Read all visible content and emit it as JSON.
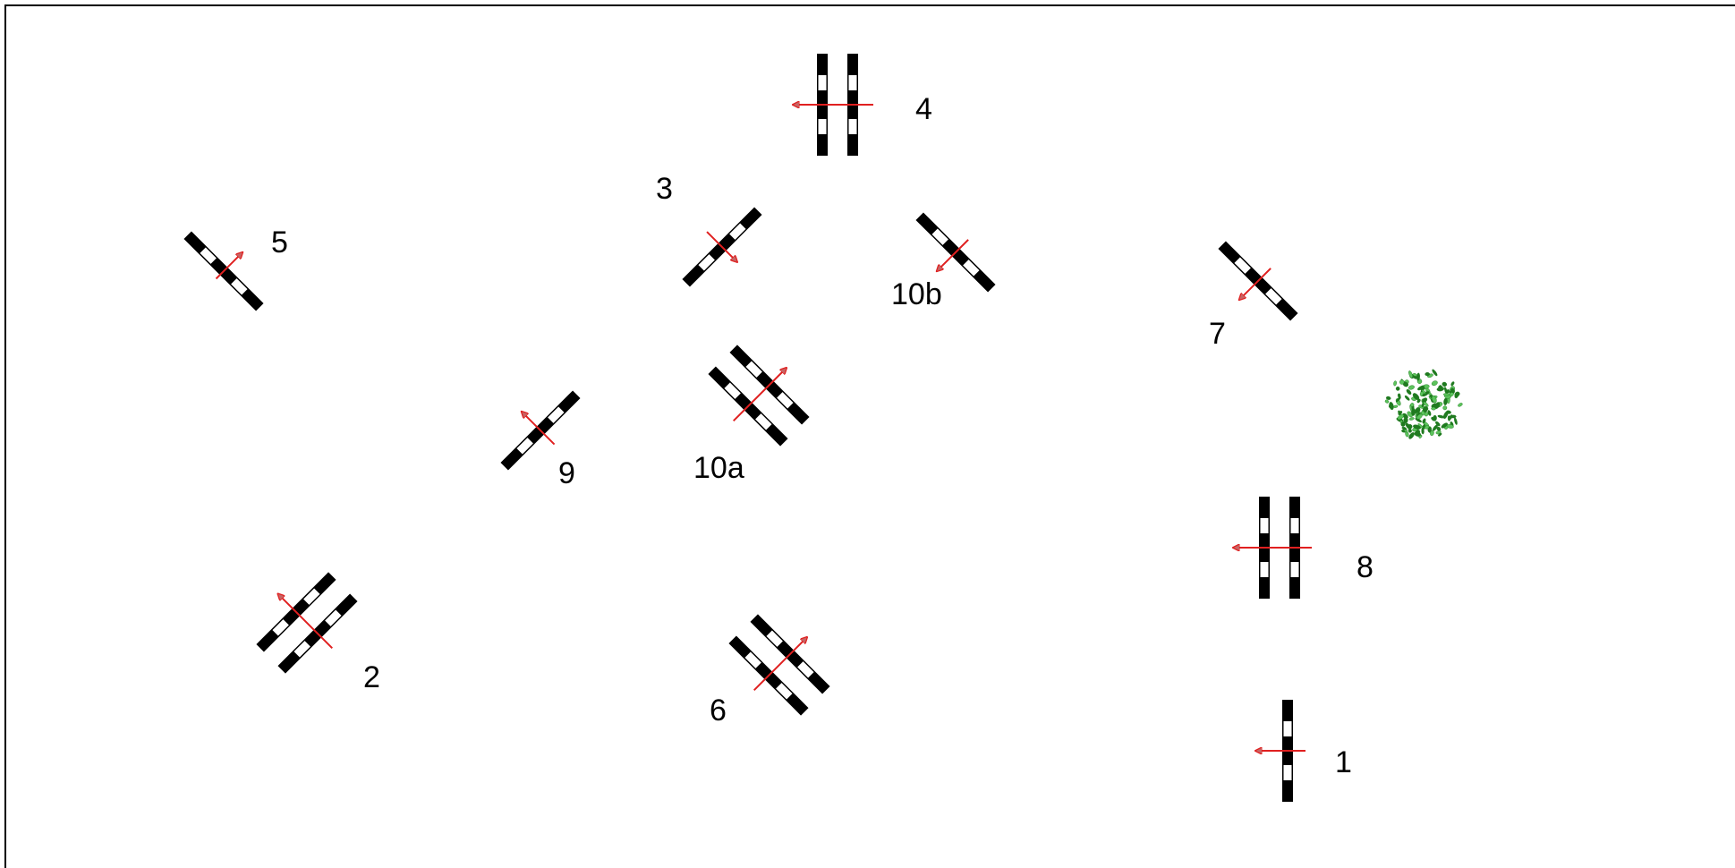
{
  "diagram": {
    "colors": {
      "pole_dark": "#000000",
      "pole_light": "#ffffff",
      "arrow": "#e02020",
      "arrow_head_fill": "#c86464",
      "tree_dark": "#1f7a1f",
      "tree_light": "#5cc35c"
    },
    "labels": {
      "j1": "1",
      "j2": "2",
      "j3": "3",
      "j4": "4",
      "j5": "5",
      "j6": "6",
      "j7": "7",
      "j8": "8",
      "j9": "9",
      "j10a": "10a",
      "j10b": "10b"
    },
    "tree": {
      "icon": "tree-icon"
    }
  }
}
